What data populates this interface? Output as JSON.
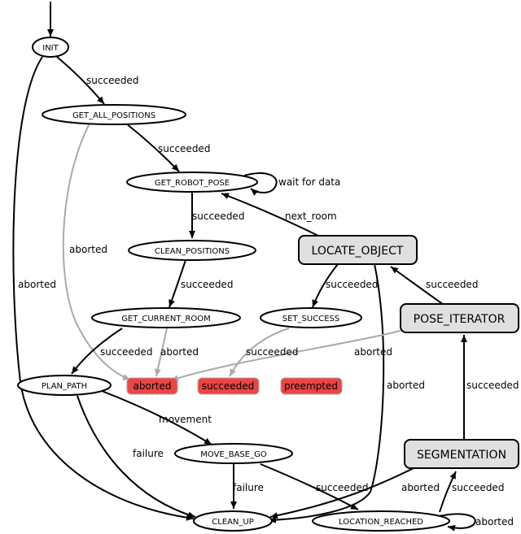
{
  "states": {
    "init": "INIT",
    "get_all_positions": "GET_ALL_POSITIONS",
    "get_robot_pose": "GET_ROBOT_POSE",
    "clean_positions": "CLEAN_POSITIONS",
    "get_current_room": "GET_CURRENT_ROOM",
    "set_success": "SET_SUCCESS",
    "plan_path": "PLAN_PATH",
    "move_base_go": "MOVE_BASE_GO",
    "clean_up": "CLEAN_UP",
    "location_reached": "LOCATION_REACHED"
  },
  "containers": {
    "locate_object": "LOCATE_OBJECT",
    "pose_iterator": "POSE_ITERATOR",
    "segmentation": "SEGMENTATION"
  },
  "outcomes": {
    "aborted": "aborted",
    "succeeded": "succeeded",
    "preempted": "preempted"
  },
  "edges": {
    "init_gap_succeeded": "succeeded",
    "gap_grp_succeeded": "succeeded",
    "grp_wait": "wait for data",
    "grp_clean_succeeded": "succeeded",
    "locate_next_room": "next_room",
    "gap_aborted": "aborted",
    "init_aborted": "aborted",
    "clean_gcr_succeeded": "succeeded",
    "locate_set_succeeded": "succeeded",
    "pose_locate_succeeded": "succeeded",
    "gcr_plan_succeeded": "succeeded",
    "gcr_aborted": "aborted",
    "set_outcome_succeeded": "succeeded",
    "pose_aborted": "aborted",
    "locate_aborted": "aborted",
    "seg_pose_succeeded": "succeeded",
    "plan_movement": "movement",
    "plan_failure": "failure",
    "move_failure": "failure",
    "move_loc_succeeded": "succeeded",
    "seg_aborted": "aborted",
    "loc_seg_succeeded": "succeeded",
    "loc_aborted": "aborted"
  },
  "colors": {
    "outcome_fill": "#ee4444",
    "container_fill": "#e0e0e0",
    "state_fill": "#ffffff",
    "active_edge": "#000000",
    "inactive_edge": "#aaaaaa"
  }
}
